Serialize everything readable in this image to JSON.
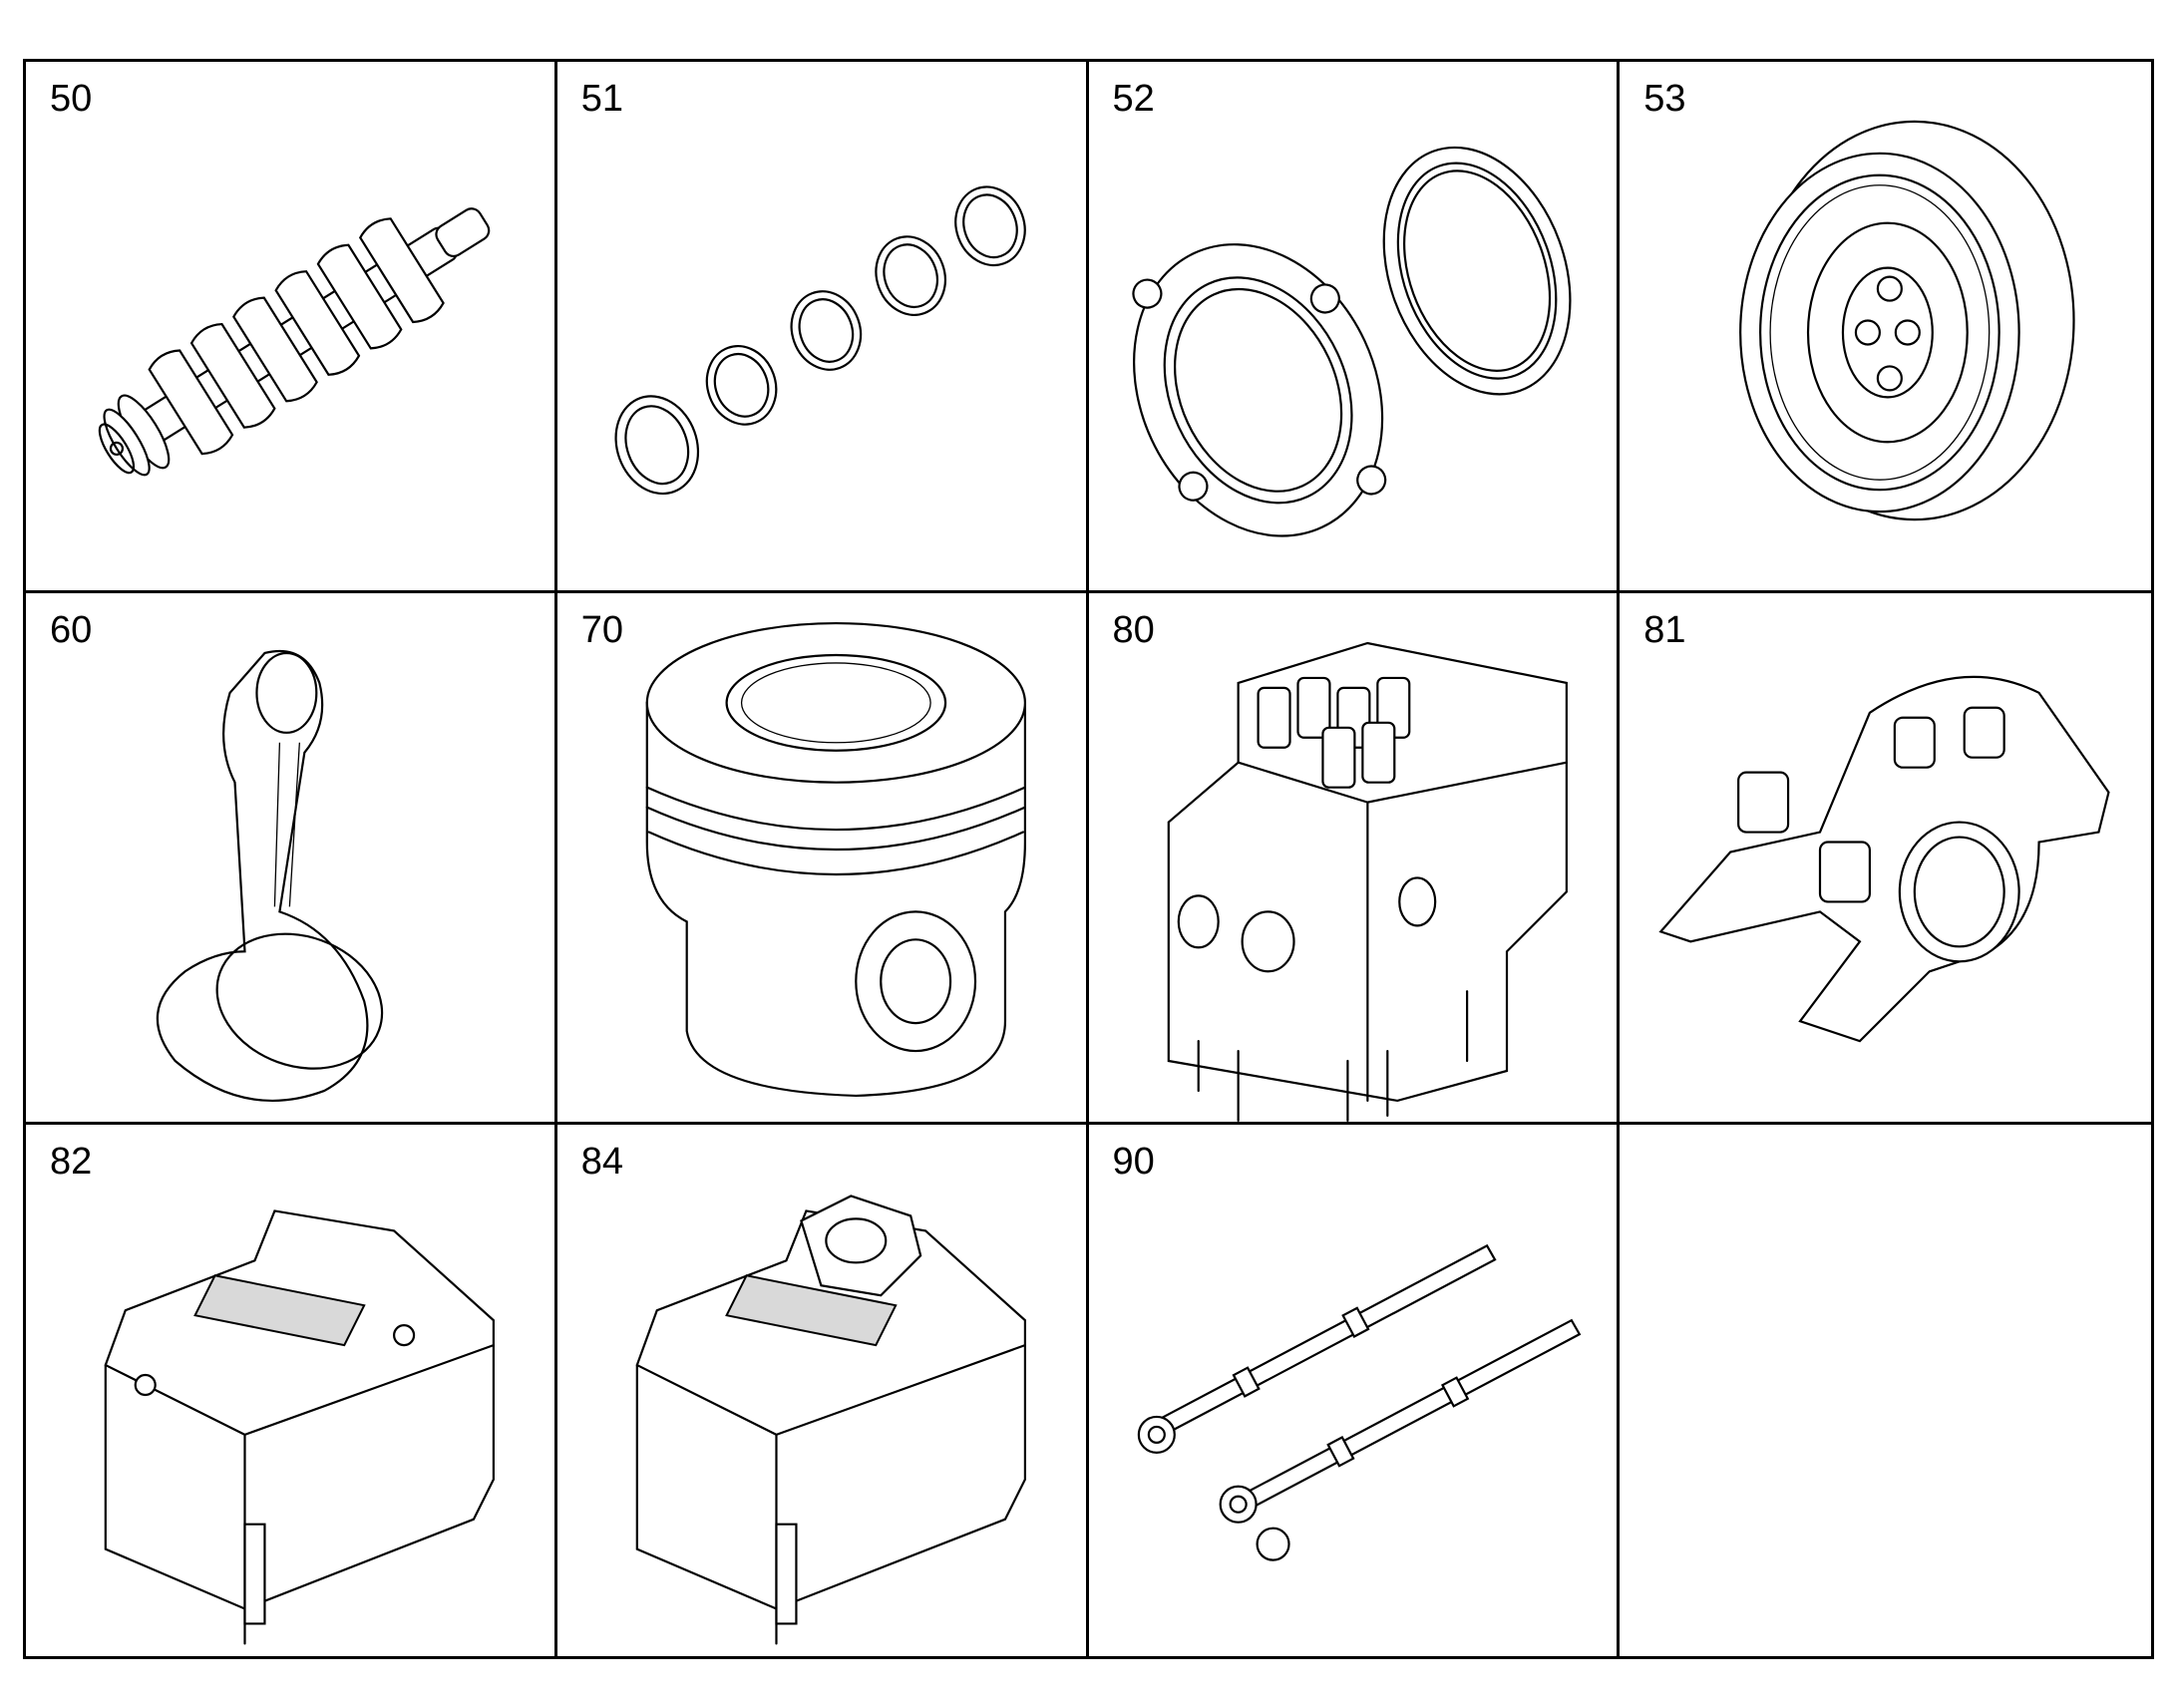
{
  "parts": [
    {
      "number": "50",
      "icon": "crankshaft-icon"
    },
    {
      "number": "51",
      "icon": "bearing-shells-icon"
    },
    {
      "number": "52",
      "icon": "seal-flange-icon"
    },
    {
      "number": "53",
      "icon": "vibration-damper-icon"
    },
    {
      "number": "60",
      "icon": "connecting-rod-icon"
    },
    {
      "number": "70",
      "icon": "piston-icon"
    },
    {
      "number": "80",
      "icon": "cylinder-head-icon"
    },
    {
      "number": "81",
      "icon": "rocker-arm-icon"
    },
    {
      "number": "82",
      "icon": "cylinder-head-cover-icon"
    },
    {
      "number": "84",
      "icon": "cylinder-head-cover-gasket-icon"
    },
    {
      "number": "90",
      "icon": "shafts-icon"
    },
    {
      "number": "",
      "icon": ""
    }
  ],
  "colors": {
    "line": "#000000",
    "background": "#ffffff",
    "shade": "#d9d9d9"
  }
}
